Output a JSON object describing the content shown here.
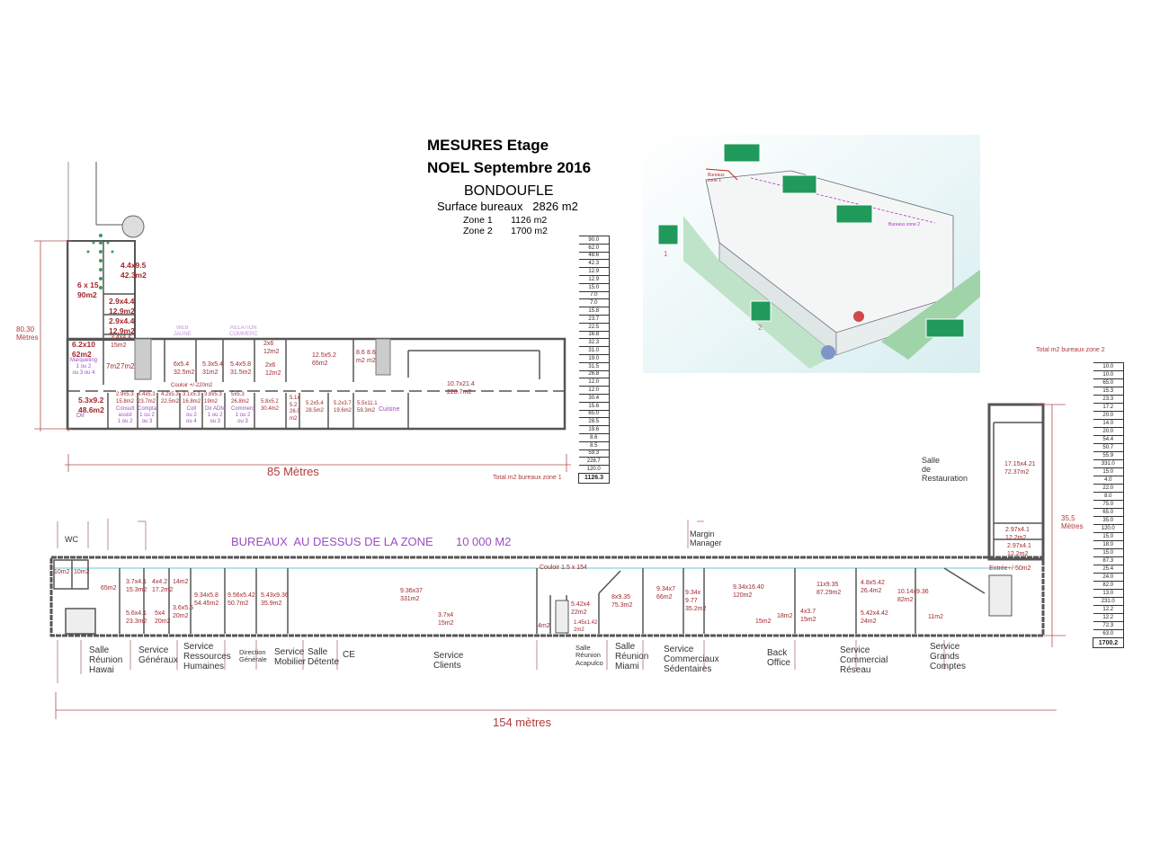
{
  "header": {
    "title_1": "MESURES Etage",
    "title_2": "NOEL Septembre 2016",
    "site": "BONDOUFLE",
    "surface": "Surface bureaux   2826 m2",
    "zone1": "Zone 1       1126 m2",
    "zone2": "Zone 2       1700 m2"
  },
  "zone1_plan": {
    "height_dim": "80,30\nMètres",
    "width_dim": "85 Mètres",
    "rooms_bold": [
      "4.4x9.5\n42.3m2",
      "6 x 15\n90m2",
      "2.9x4.4\n12.9m2",
      "2.9x4.4\n12.9m2",
      "3.4x4.4\n15m2",
      "6.2x10\n62m2",
      "7m2",
      "7m2",
      "5.3x9.2\n48.6m2"
    ],
    "rooms": [
      "6x5.4\n32.5m2",
      "5.3x5.4\n31m2",
      "5.4x5.8\n31.5m2",
      "2x6\n12m2",
      "2x6\n12m2",
      "12.5x5.2\n65m2",
      "8.6\nm2",
      "8.6\nm2",
      "10.7x21.4\n228.7m2",
      "Couloir +/-220m2",
      "2.9x5.3\n15.8m2",
      "4.4x5.3\n23.7m2",
      "4.2x5.3\n22.5m2",
      "3.1x5.3\n16.8m2",
      "3.8x5.3\n19m2",
      "5x5.3\n26.8m2",
      "5.8x5.2\n30.4m2",
      "5.1x\n5.2\n26.0\nm2",
      "5.2x5.4\n28.5m2",
      "5.2x3.7\n19.6m2",
      "5.5x11.1\n59.3m2"
    ],
    "purple": [
      "Marqueting\n1 ou 2\nou 3 ou 4",
      "Dir",
      "Consult\nassist\n1 ou 2",
      "Compta\n1 ou 2\nou 3",
      "Coll\nou 2\nou 4",
      "Dir ADM\n1 ou 2\nou 3",
      "Commerc\n1 ou 2\nou 3",
      "WEB\nJAUNE",
      "RELATION\nCOMMERC",
      "Cuisine"
    ],
    "total_label": "Total m2 bureaux zone 1",
    "totals": [
      "90.0",
      "62.0",
      "48.6",
      "42.3",
      "12.9",
      "12.9",
      "15.0",
      "7.0",
      "7.0",
      "15.8",
      "23.7",
      "22.5",
      "16.8",
      "32.3",
      "31.0",
      "19.0",
      "31.5",
      "26.8",
      "12.0",
      "12.0",
      "30.4",
      "15.6",
      "65.0",
      "28.5",
      "19.6",
      "8.6",
      "8.5",
      "59.3",
      "228.7",
      "120.0"
    ],
    "total": "1126.3"
  },
  "illustration": {
    "label_zone1": "Bureaux\nzone 1",
    "label_zone2": "Bureaux zone 2",
    "marker_1": "1",
    "marker_2": "2",
    "colors": {
      "sign_green": "#1f9a5a",
      "zone1_line": "#cc2222",
      "zone2_line": "#b030c0"
    }
  },
  "zone2_plan": {
    "banner": "BUREAUX  AU DESSUS DE LA ZONE       10 000 M2",
    "height_dim": "35,5\nMètres",
    "width_dim": "154 mètres",
    "restauration": "Salle\nde\nRestauration",
    "wc": "WC",
    "margin_manager": "Margin\nManager",
    "couloir": "Couloir 1.5 x 154",
    "entree": "Entrée+/-50m2",
    "rooms": [
      "10m2",
      "10m2",
      "65m2",
      "3.7x4.1\n15.3m2",
      "4x4.2\n17.2m2",
      "14m2",
      "5.6x4.1\n23.3m2",
      "5x4\n20m2",
      "3.6x5.5\n20m2",
      "9.34x5.8\n54.45m2",
      "9.56x5.42\n50.7m2",
      "5.43x9.36\n35.9m2",
      "9.36x37\n331m2",
      "3.7x4\n15m2",
      "4m2",
      "5.42x4\n22m2",
      "1.45x1.42\n2m2",
      "8x9.35\n75.3m2",
      "9.34x7\n66m2",
      "9.34x\n9.77\n35.2m2",
      "9.34x16.40\n120m2",
      "15m2",
      "18m2",
      "4x3.7\n15m2",
      "11x9.35\n87.29m2",
      "4.8x5.42\n26.4m2",
      "5.42x4.42\n24m2",
      "10.14x9.36\n82m2",
      "11m2",
      "2.97x4.1\n12.2m2",
      "2.97x4.1\n12.2m2",
      "17.15x4.21\n72.37m2"
    ],
    "services": [
      "Salle\nRéunion\nHawai",
      "Service\nGénéraux",
      "Service\nRessources\nHumaines",
      "Direction\nGénérale",
      "Service\nMobilier",
      "Salle\nDétente",
      "CE",
      "Service\nClients",
      "Salle\nRéunion\nAcapulco",
      "Salle\nRéunion\nMiami",
      "Service\nCommerciaux\nSédentaires",
      "Back\nOffice",
      "Service\nCommercial\nRéseau",
      "Service\nGrands\nComptes"
    ],
    "total_label": "Total m2 bureaux zone 2",
    "totals": [
      "10.0",
      "10.0",
      "65.0",
      "15.3",
      "23.3",
      "17.2",
      "20.0",
      "14.0",
      "20.0",
      "54.4",
      "50.7",
      "55.9",
      "331.0",
      "15.0",
      "4.0",
      "22.0",
      "8.0",
      "75.0",
      "65.0",
      "35.0",
      "120.0",
      "15.0",
      "18.0",
      "15.0",
      "87.3",
      "25.4",
      "24.0",
      "82.0",
      "13.0",
      "231.0",
      "12.2",
      "12.2",
      "72.3",
      "63.0"
    ],
    "total": "1700.2"
  }
}
